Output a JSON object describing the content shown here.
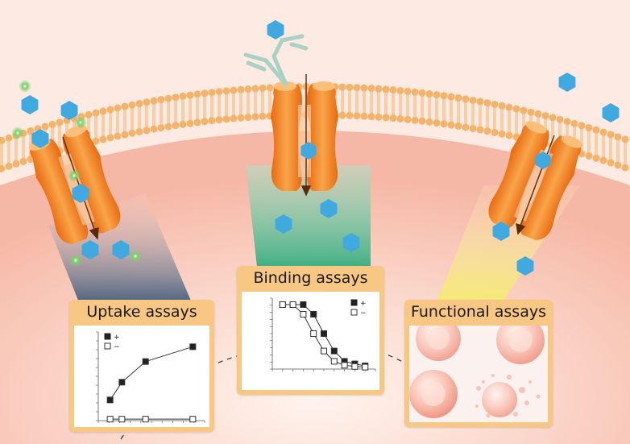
{
  "cards": {
    "uptake": {
      "title": "Uptake assays"
    },
    "binding": {
      "title": "Binding assays"
    },
    "functional": {
      "title": "Functional assays"
    }
  },
  "legend": {
    "plus": "+",
    "minus": "−"
  },
  "colors": {
    "background": "#fdeae3",
    "cell": "#f9c7b8",
    "membrane_head": "#f4b36a",
    "transporter": "#f58220",
    "ligand": "#3fa9e0",
    "substrate_glow": "#7ad16a",
    "card": "#f9c784",
    "uptake_beam": "#3b5777",
    "binding_beam": "#2aa879",
    "functional_beam": "#f5ea72"
  },
  "icons": [
    "transporter-icon",
    "ligand-hexagon-icon",
    "substrate-dot-icon",
    "antibody-icon",
    "cell-sphere-icon"
  ],
  "chart_data": [
    {
      "type": "line",
      "name": "uptake",
      "title": "",
      "series": [
        {
          "name": "+",
          "marker": "filled-square",
          "x": [
            1,
            2,
            4,
            8
          ],
          "y": [
            0.7,
            1.3,
            2.0,
            2.5
          ]
        },
        {
          "name": "−",
          "marker": "open-square",
          "x": [
            1,
            2,
            4,
            8
          ],
          "y": [
            0.05,
            0.05,
            0.05,
            0.05
          ]
        }
      ],
      "xlim": [
        0,
        9
      ],
      "ylim": [
        0,
        3
      ],
      "grid": false,
      "legend": "top-left"
    },
    {
      "type": "line",
      "name": "binding",
      "title": "",
      "series": [
        {
          "name": "+",
          "marker": "filled-square",
          "x": [
            1,
            2,
            3,
            4,
            5,
            6,
            7,
            8,
            9
          ],
          "y": [
            100,
            100,
            100,
            85,
            55,
            28,
            12,
            8,
            5
          ]
        },
        {
          "name": "−",
          "marker": "open-square",
          "x": [
            1,
            2,
            3,
            4,
            5,
            6,
            7,
            8,
            9
          ],
          "y": [
            100,
            100,
            85,
            55,
            28,
            12,
            6,
            4,
            3
          ]
        }
      ],
      "xlim": [
        0,
        10
      ],
      "ylim": [
        0,
        110
      ],
      "grid": false,
      "legend": "top-right"
    }
  ]
}
